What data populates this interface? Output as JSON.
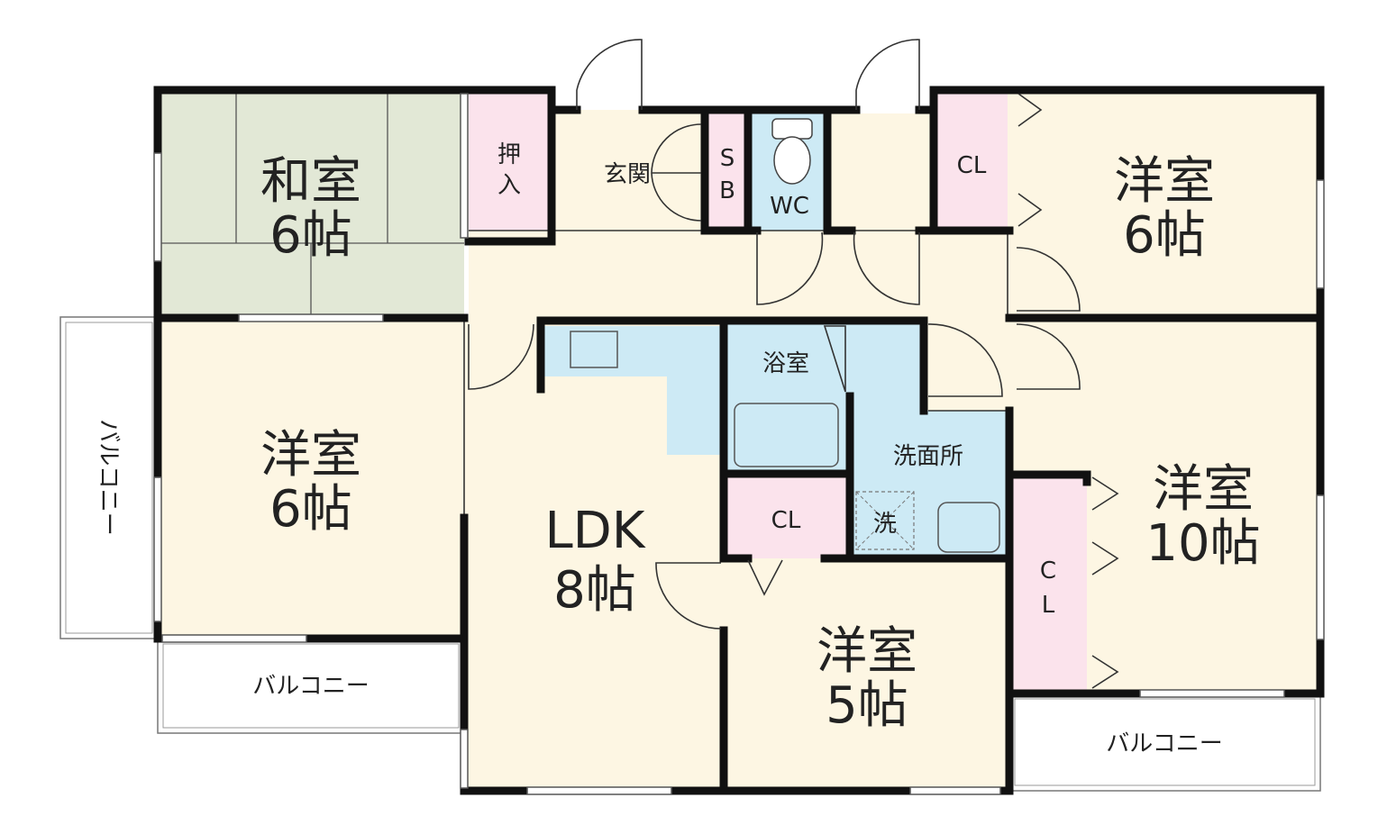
{
  "colors": {
    "tatami": "#e2e8d6",
    "room": "#fdf6e3",
    "closet": "#fbe3ec",
    "wet": "#cdeaf5",
    "balcony": "#ffffff",
    "wall": "#111111"
  },
  "rooms": {
    "washitsu": {
      "name": "和室",
      "size": "6帖"
    },
    "yoshitsu_nw": {
      "name": "洋室",
      "size": "6帖"
    },
    "yoshitsu_ne": {
      "name": "洋室",
      "size": "6帖"
    },
    "yoshitsu_e": {
      "name": "洋室",
      "size": "10帖"
    },
    "yoshitsu_s": {
      "name": "洋室",
      "size": "5帖"
    },
    "ldk": {
      "name": "LDK",
      "size": "8帖"
    },
    "oshiire": {
      "c1": "押",
      "c2": "入"
    },
    "genkan": "玄関",
    "sb": {
      "c1": "S",
      "c2": "B"
    },
    "wc": "WC",
    "cl_ne": "CL",
    "cl_mid": "CL",
    "cl_e": {
      "c1": "C",
      "c2": "L"
    },
    "yokushitsu": "浴室",
    "senmenjo": "洗面所",
    "sentakuki": "洗"
  },
  "balconies": {
    "west": "バルコニー",
    "southwest": "バルコニー",
    "southeast": "バルコニー"
  }
}
